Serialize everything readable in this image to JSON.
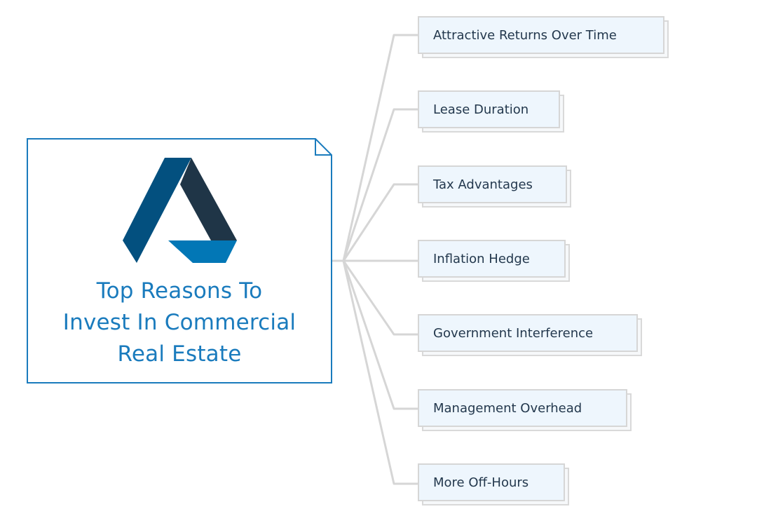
{
  "root": {
    "title_lines": [
      "Top Reasons To",
      "Invest In Commercial",
      "Real Estate"
    ],
    "logo": "stylized-a-logo-icon",
    "colors": {
      "border": "#1a7bbd",
      "title": "#1a7bbd",
      "logo_left": "#03507f",
      "logo_right": "#1f3547",
      "logo_base": "#0277b6"
    }
  },
  "branches": [
    {
      "label": "Attractive Returns Over Time"
    },
    {
      "label": "Lease Duration"
    },
    {
      "label": "Tax Advantages"
    },
    {
      "label": "Inflation Hedge"
    },
    {
      "label": "Government Interference"
    },
    {
      "label": "Management Overhead"
    },
    {
      "label": "More Off-Hours"
    }
  ],
  "colors": {
    "connector": "#d6d6d6",
    "node_fill": "#eef6fd",
    "node_text": "#23384d"
  }
}
